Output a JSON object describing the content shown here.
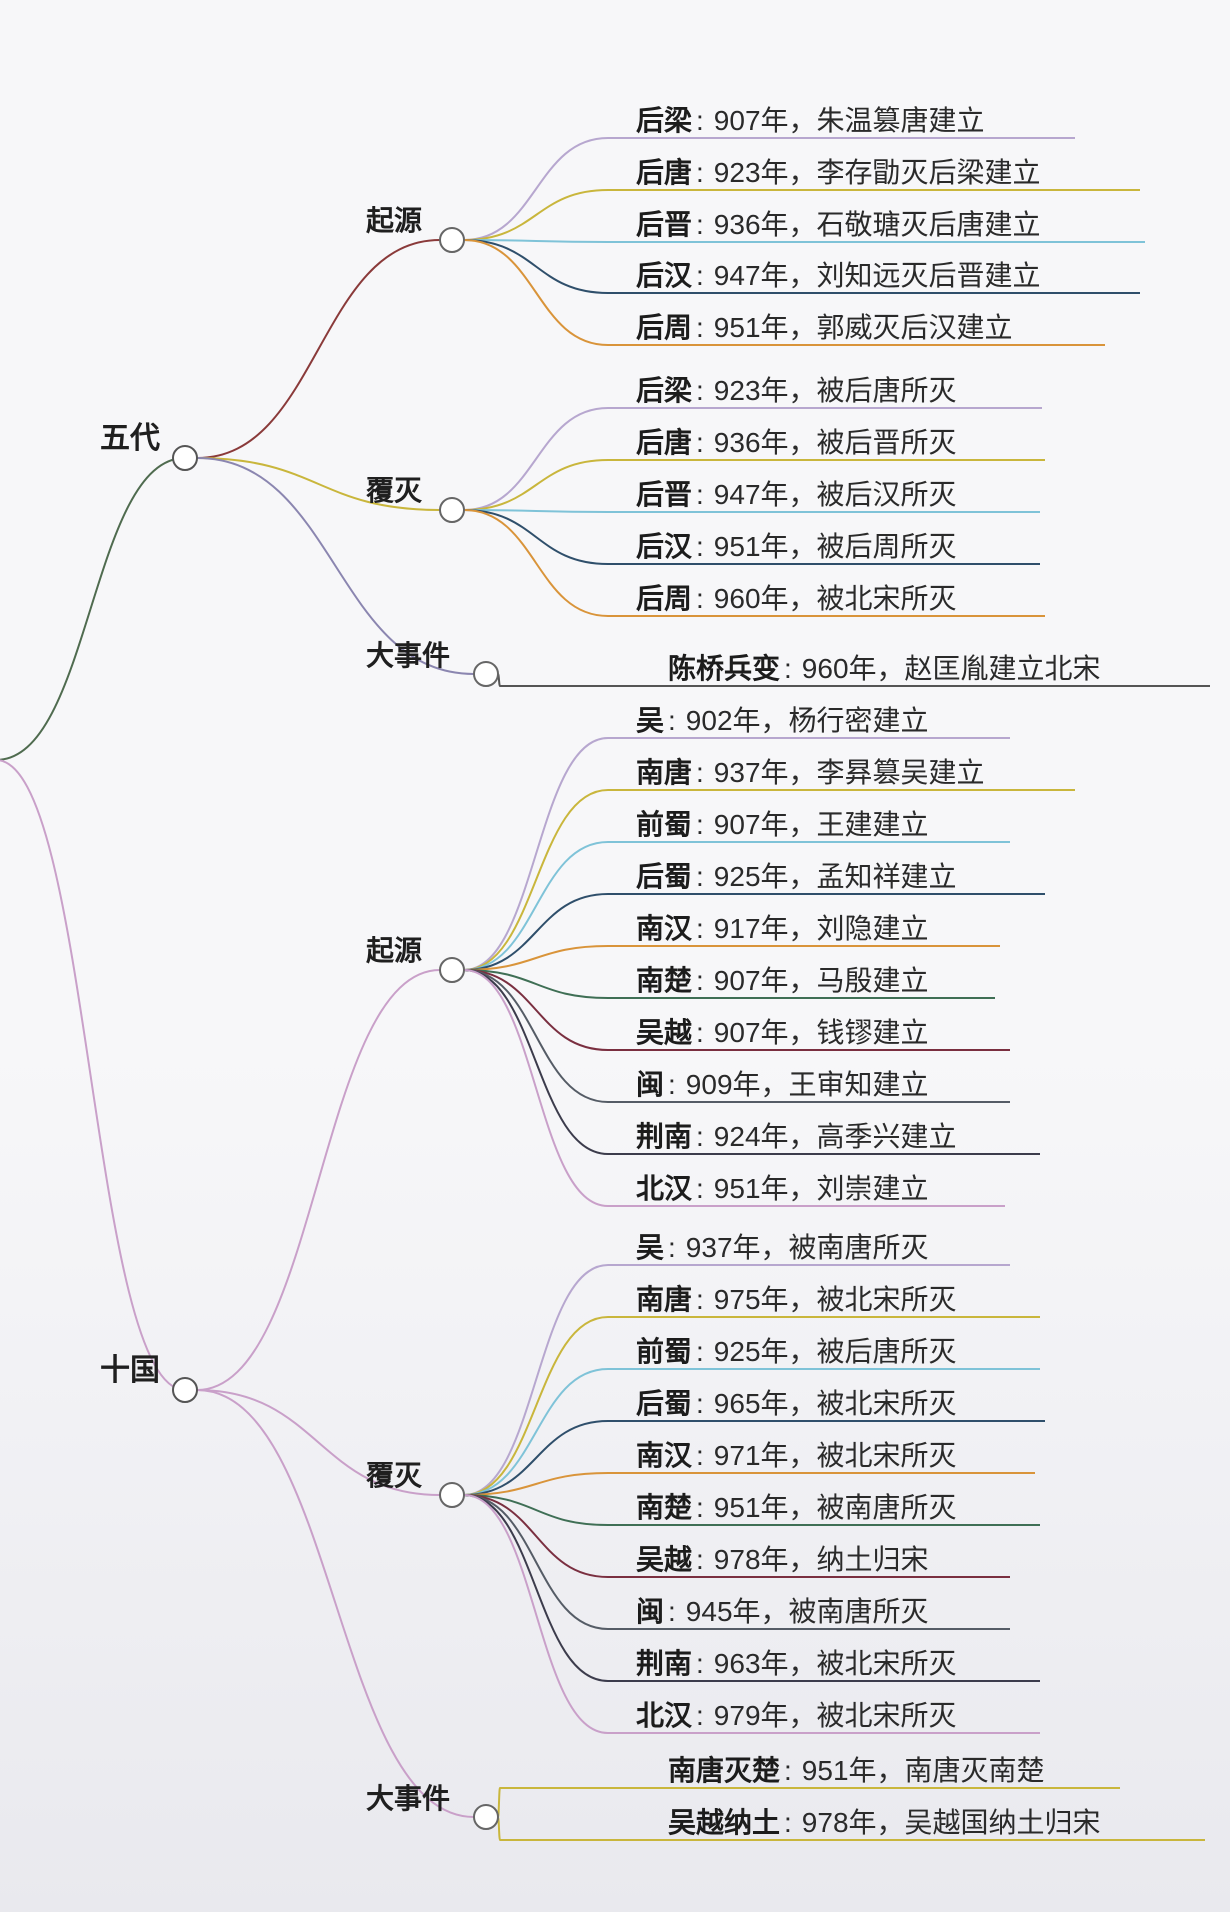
{
  "mindmap": {
    "nodes": [
      {
        "label": "五代",
        "children": [
          {
            "label": "起源",
            "leaves": [
              {
                "key": "后梁",
                "sep": ":",
                "text": "907年，朱温篡唐建立"
              },
              {
                "key": "后唐",
                "sep": ":",
                "text": "923年，李存勖灭后梁建立"
              },
              {
                "key": "后晋",
                "sep": ":",
                "text": "936年，石敬瑭灭后唐建立"
              },
              {
                "key": "后汉",
                "sep": ":",
                "text": "947年，刘知远灭后晋建立"
              },
              {
                "key": "后周",
                "sep": ":",
                "text": "951年，郭威灭后汉建立"
              }
            ]
          },
          {
            "label": "覆灭",
            "leaves": [
              {
                "key": "后梁",
                "sep": ":",
                "text": "923年，被后唐所灭"
              },
              {
                "key": "后唐",
                "sep": ":",
                "text": "936年，被后晋所灭"
              },
              {
                "key": "后晋",
                "sep": ":",
                "text": "947年，被后汉所灭"
              },
              {
                "key": "后汉",
                "sep": ":",
                "text": "951年，被后周所灭"
              },
              {
                "key": "后周",
                "sep": ":",
                "text": "960年，被北宋所灭"
              }
            ]
          },
          {
            "label": "大事件",
            "leaves": [
              {
                "key": "陈桥兵变",
                "sep": ":",
                "text": "960年，赵匡胤建立北宋"
              }
            ]
          }
        ]
      },
      {
        "label": "十国",
        "children": [
          {
            "label": "起源",
            "leaves": [
              {
                "key": "吴",
                "sep": ":",
                "text": "902年，杨行密建立"
              },
              {
                "key": "南唐",
                "sep": ":",
                "text": "937年，李昪篡吴建立"
              },
              {
                "key": "前蜀",
                "sep": ":",
                "text": "907年，王建建立"
              },
              {
                "key": "后蜀",
                "sep": ":",
                "text": "925年，孟知祥建立"
              },
              {
                "key": "南汉",
                "sep": ":",
                "text": "917年，刘隐建立"
              },
              {
                "key": "南楚",
                "sep": ":",
                "text": "907年，马殷建立"
              },
              {
                "key": "吴越",
                "sep": ":",
                "text": "907年，钱镠建立"
              },
              {
                "key": "闽",
                "sep": ":",
                "text": "909年，王审知建立"
              },
              {
                "key": "荆南",
                "sep": ":",
                "text": "924年，高季兴建立"
              },
              {
                "key": "北汉",
                "sep": ":",
                "text": "951年，刘崇建立"
              }
            ]
          },
          {
            "label": "覆灭",
            "leaves": [
              {
                "key": "吴",
                "sep": ":",
                "text": "937年，被南唐所灭"
              },
              {
                "key": "南唐",
                "sep": ":",
                "text": "975年，被北宋所灭"
              },
              {
                "key": "前蜀",
                "sep": ":",
                "text": "925年，被后唐所灭"
              },
              {
                "key": "后蜀",
                "sep": ":",
                "text": "965年，被北宋所灭"
              },
              {
                "key": "南汉",
                "sep": ":",
                "text": "971年，被北宋所灭"
              },
              {
                "key": "南楚",
                "sep": ":",
                "text": "951年，被南唐所灭"
              },
              {
                "key": "吴越",
                "sep": ":",
                "text": "978年，纳土归宋"
              },
              {
                "key": "闽",
                "sep": ":",
                "text": "945年，被南唐所灭"
              },
              {
                "key": "荆南",
                "sep": ":",
                "text": "963年，被北宋所灭"
              },
              {
                "key": "北汉",
                "sep": ":",
                "text": "979年，被北宋所灭"
              }
            ]
          },
          {
            "label": "大事件",
            "leaves": [
              {
                "key": "南唐灭楚",
                "sep": ":",
                "text": "951年，南唐灭南楚"
              },
              {
                "key": "吴越纳土",
                "sep": ":",
                "text": "978年，吴越国纳土归宋"
              }
            ]
          }
        ]
      }
    ],
    "colors": {
      "root_edge": "#4f6b4f",
      "wudai_origin": "#8a3a3a",
      "wudai_fall": "#c9b63c",
      "wudai_event": "#8b86b0",
      "shiguo_main": "#c9a0c9",
      "leaf_palette": [
        "#b7a7cf",
        "#c9b63c",
        "#7fc3d8",
        "#2f4f6b",
        "#d9943a",
        "#3f6f55",
        "#7a2f40",
        "#555c66",
        "#3c3c4c",
        "#c9a0c9"
      ]
    }
  }
}
